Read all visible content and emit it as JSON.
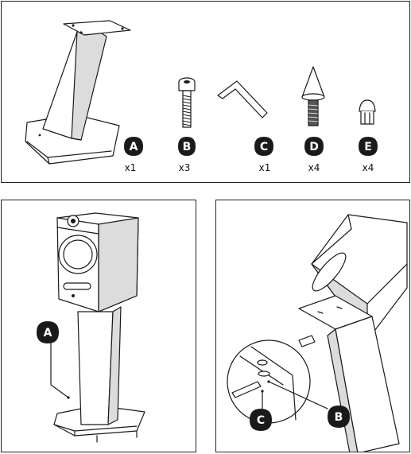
{
  "parts": [
    {
      "letter": "A",
      "qty": "x1",
      "icon": "stand-base-icon"
    },
    {
      "letter": "B",
      "qty": "x3",
      "icon": "bolt-icon"
    },
    {
      "letter": "C",
      "qty": "x1",
      "icon": "allen-key-icon"
    },
    {
      "letter": "D",
      "qty": "x4",
      "icon": "spike-icon"
    },
    {
      "letter": "E",
      "qty": "x4",
      "icon": "foot-cap-icon"
    }
  ],
  "step1": {
    "callout": "A"
  },
  "step2": {
    "callouts": [
      "C",
      "B"
    ]
  },
  "colors": {
    "line": "#1a1a1a",
    "badge": "#1a1a1a",
    "badge_text": "#ffffff"
  }
}
